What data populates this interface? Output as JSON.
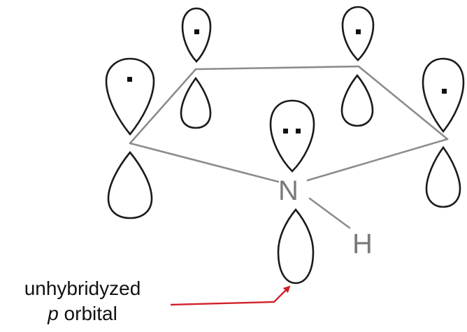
{
  "atoms": {
    "nitrogen": "N",
    "hydrogen": "H"
  },
  "caption": {
    "line1": "unhybridyzed",
    "line2_symbol": "p",
    "line2_rest": " orbital"
  },
  "colors": {
    "outline": "#1a1a1a",
    "bond": "#8c8c8c",
    "label": "#7a7a7a",
    "arrow": "#d0202a",
    "text": "#111111"
  }
}
